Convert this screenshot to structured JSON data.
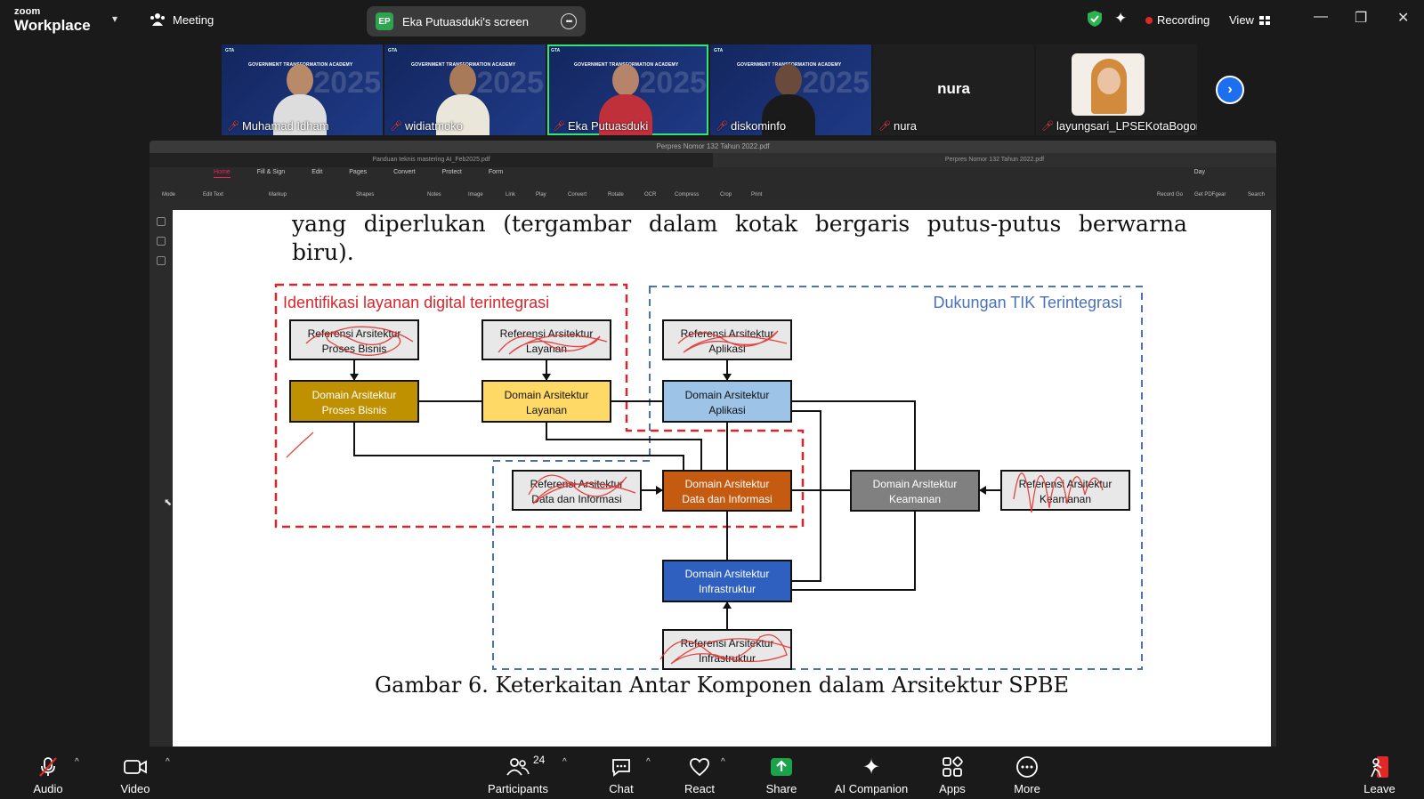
{
  "topbar": {
    "logo_top": "zoom",
    "logo_bottom": "Workplace",
    "meeting_label": "Meeting",
    "screen_share_badge": "EP",
    "screen_share_label": "Eka Putuasduki's screen",
    "recording_label": "Recording",
    "view_label": "View"
  },
  "participants_strip": [
    {
      "name": "Muhamad Idham",
      "muted": true,
      "video": true,
      "active": false
    },
    {
      "name": "widiatmoko",
      "muted": true,
      "video": true,
      "active": false
    },
    {
      "name": "Eka Putuasduki",
      "muted": true,
      "video": true,
      "active": true
    },
    {
      "name": "diskominfo",
      "muted": true,
      "video": true,
      "active": false
    },
    {
      "name": "nura",
      "muted": true,
      "video": false,
      "active": false,
      "display_text": "nura"
    },
    {
      "name": "layungsari_LPSEKotaBogor",
      "muted": true,
      "video": true,
      "active": false
    }
  ],
  "thumb_banner": {
    "top": "GTA",
    "academy": "GOVERNMENT TRANSFORMATION ACADEMY",
    "year": "2025"
  },
  "pdf_viewer": {
    "window_title": "Perpres Nomor 132 Tahun 2022.pdf",
    "tabs": [
      "Panduan teknis mastering AI_Feb2025.pdf",
      "Perpres Nomor 132 Tahun 2022.pdf"
    ],
    "menu": [
      "Home",
      "Fill & Sign",
      "Edit",
      "Pages",
      "Convert",
      "Protect",
      "Form"
    ],
    "tools": [
      "Mode",
      "Edit Text",
      "Markup",
      "Shapes",
      "Notes",
      "Image",
      "Link",
      "Play",
      "Convert",
      "Rotate",
      "OCR",
      "Compress",
      "Crop",
      "Print"
    ],
    "right_tools": [
      "Record Go",
      "Get PDFgear",
      "Search"
    ],
    "theme": "Day"
  },
  "document": {
    "paragraph_line1_words": [
      "yang",
      "diperlukan",
      "(tergambar",
      "dalam",
      "kotak",
      "bergaris",
      "putus-putus",
      "berwarna"
    ],
    "paragraph_line2": "biru).",
    "caption": "Gambar 6. Keterkaitan Antar Komponen dalam Arsitektur SPBE",
    "region_red_label": "Identifikasi layanan digital terintegrasi",
    "region_blue_label": "Dukungan TIK Terintegrasi",
    "boxes": {
      "ref_proses_1": "Referensi Arsitektur",
      "ref_proses_2": "Proses Bisnis",
      "ref_layanan_1": "Referensi Arsitektur",
      "ref_layanan_2": "Layanan",
      "ref_aplikasi_1": "Referensi Arsitektur",
      "ref_aplikasi_2": "Aplikasi",
      "dom_proses_1": "Domain Arsitektur",
      "dom_proses_2": "Proses Bisnis",
      "dom_layanan_1": "Domain Arsitektur",
      "dom_layanan_2": "Layanan",
      "dom_aplikasi_1": "Domain Arsitektur",
      "dom_aplikasi_2": "Aplikasi",
      "ref_data_1": "Referensi Arsitektur",
      "ref_data_2": "Data dan Informasi",
      "dom_data_1": "Domain Arsitektur",
      "dom_data_2": "Data dan Informasi",
      "dom_keamanan_1": "Domain Arsitektur",
      "dom_keamanan_2": "Keamanan",
      "ref_keamanan_1": "Referensi Arsitektur",
      "ref_keamanan_2": "Keamanan",
      "dom_infra_1": "Domain Arsitektur",
      "dom_infra_2": "Infrastruktur",
      "ref_infra_1": "Referensi Arsitektur",
      "ref_infra_2": "Infrastruktur"
    }
  },
  "bottombar": {
    "audio": "Audio",
    "video": "Video",
    "participants": "Participants",
    "participants_count": "24",
    "chat": "Chat",
    "react": "React",
    "share": "Share",
    "ai_companion": "AI Companion",
    "apps": "Apps",
    "more": "More",
    "leave": "Leave"
  },
  "colors": {
    "accent_green": "#2ee57a",
    "share_green": "#1aa34a",
    "next_blue": "#1e6ff0",
    "region_red": "#d9262b",
    "region_blue": "#4a72b8",
    "proses_gold": "#bf9000",
    "layanan_yellow": "#ffd966",
    "aplikasi_blue": "#9dc3e6",
    "data_orange": "#c55a11",
    "keamanan_gray": "#808080",
    "infra_blue": "#2f5fbf"
  }
}
